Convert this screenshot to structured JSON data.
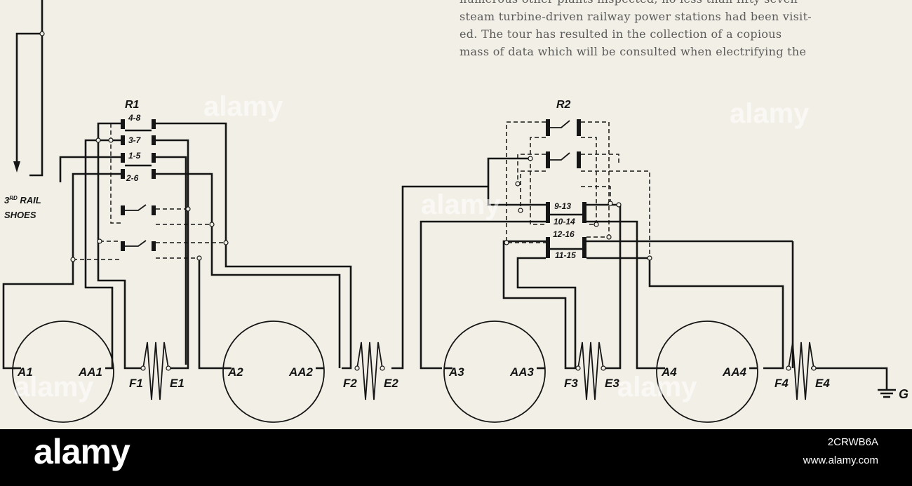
{
  "article": {
    "lines": [
      "numerous other plants inspected, no less than fifty seven",
      "steam turbine-driven railway power stations had been visit-",
      "ed.  The tour has resulted in the collection of a copious",
      "mass of data which will be consulted when electrifying the"
    ]
  },
  "diagram": {
    "rheostat_1": "R1",
    "rheostat_2": "R2",
    "r1_contacts": [
      "4-8",
      "3-7",
      "1-5",
      "2-6"
    ],
    "r2_contacts": [
      "9-13",
      "10-14",
      "12-16",
      "11-15"
    ],
    "third_rail": "3RD RAIL",
    "third_rail_line1": "3",
    "third_rail_sup": "RD",
    "third_rail_word": " RAIL",
    "shoes": "SHOES",
    "ground": "G",
    "motors": [
      {
        "armature": "A1",
        "armature_end": "AA1",
        "field": "F1",
        "field_end": "E1"
      },
      {
        "armature": "A2",
        "armature_end": "AA2",
        "field": "F2",
        "field_end": "E2"
      },
      {
        "armature": "A3",
        "armature_end": "AA3",
        "field": "F3",
        "field_end": "E3"
      },
      {
        "armature": "A4",
        "armature_end": "AA4",
        "field": "F4",
        "field_end": "E4"
      }
    ]
  },
  "footer": {
    "logo": "alamy",
    "image_id": "2CRWB6A",
    "url": "www.alamy.com"
  },
  "watermark": "alamy",
  "colors": {
    "paper": "#f2f0e6",
    "ink": "#151515",
    "banner": "#000000"
  }
}
